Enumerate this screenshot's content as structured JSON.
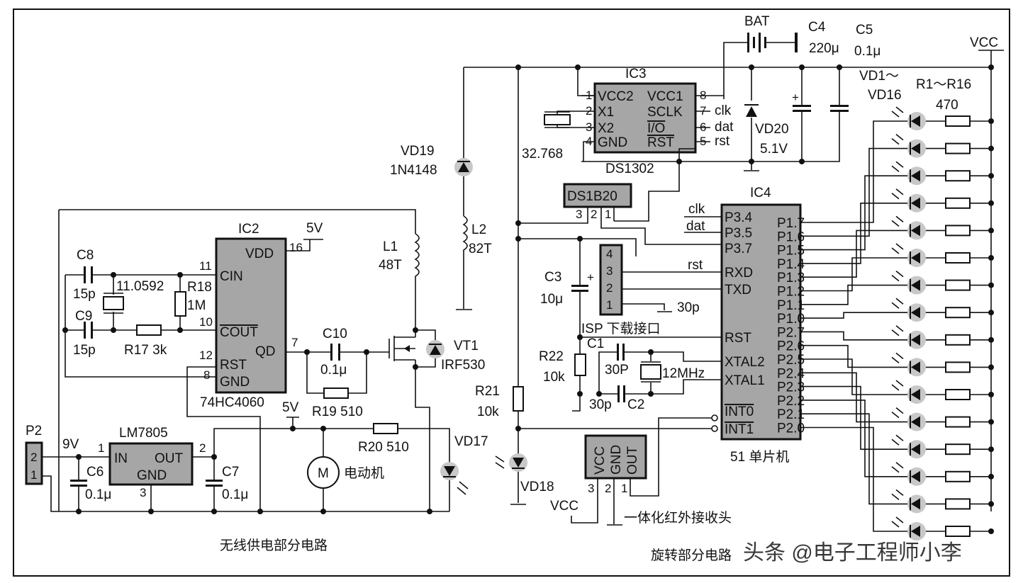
{
  "wireless": {
    "caption": "无线供电部分电路",
    "ic2": {
      "ref": "IC2",
      "part": "74HC4060",
      "supply": "5V",
      "pins": {
        "p16": "16",
        "p11": "11",
        "p10": "10",
        "p12": "12",
        "p8": "8",
        "p7": "7"
      },
      "labels": {
        "vdd": "VDD",
        "cin": "CIN",
        "cout": "COUT",
        "rst": "RST",
        "gnd": "GND",
        "qd": "QD"
      }
    },
    "c8": {
      "ref": "C8",
      "value": "15p"
    },
    "c9": {
      "ref": "C9",
      "value": "15p"
    },
    "crystal": "11.0592",
    "r18": {
      "ref": "R18",
      "value": "1M"
    },
    "r17": "R17 3k",
    "c10": {
      "ref": "C10",
      "value": "0.1μ"
    },
    "r19": "R19 510",
    "l1": {
      "ref": "L1",
      "value": "48T"
    },
    "vt1": {
      "ref": "VT1",
      "value": "IRF530"
    },
    "p2": {
      "ref": "P2",
      "pin2": "2",
      "pin1": "1",
      "voltage": "9V"
    },
    "lm7805": {
      "ref": "LM7805",
      "in": "IN",
      "out": "OUT",
      "gnd": "GND",
      "p1": "1",
      "p2": "2",
      "p3": "3"
    },
    "c6": {
      "ref": "C6",
      "value": "0.1μ"
    },
    "c7": {
      "ref": "C7",
      "value": "0.1μ"
    },
    "v5": "5V",
    "r20": "R20 510",
    "motor": {
      "symbol": "M",
      "label": "电动机"
    },
    "vd17": "VD17"
  },
  "rotating": {
    "caption": "旋转部分电路",
    "vd19": {
      "ref": "VD19",
      "value": "1N4148"
    },
    "l2": {
      "ref": "L2",
      "value": "82T"
    },
    "bat": "BAT",
    "c4": {
      "ref": "C4",
      "value": "220μ"
    },
    "c5": {
      "ref": "C5",
      "value": "0.1μ"
    },
    "vcc": "VCC",
    "ic3": {
      "ref": "IC3",
      "part": "DS1302",
      "left": [
        "VCC2",
        "X1",
        "X2",
        "GND"
      ],
      "right": [
        "VCC1",
        "SCLK",
        "I/O",
        "RST"
      ],
      "lpins": [
        "1",
        "2",
        "3",
        "4"
      ],
      "rpins": [
        "8",
        "7",
        "6",
        "5"
      ],
      "sigs": [
        "clk",
        "dat",
        "rst"
      ]
    },
    "crystal2": "32.768",
    "vd20": {
      "ref": "VD20",
      "value": "5.1V"
    },
    "ds18b20": {
      "ref": "DS1B20",
      "pins": [
        "3",
        "2",
        "1"
      ]
    },
    "c3": {
      "ref": "C3",
      "value": "10μ"
    },
    "isp": {
      "label": "ISP 下载接口",
      "pins": [
        "4",
        "3",
        "2",
        "1"
      ]
    },
    "c30p": "30p",
    "r22": {
      "ref": "R22",
      "value": "10k"
    },
    "c1": {
      "ref": "C1",
      "value": "30P"
    },
    "c2": {
      "ref": "C2",
      "value": "30p"
    },
    "xtal": "12MHz",
    "r21": {
      "ref": "R21",
      "value": "10k"
    },
    "vd18": "VD18",
    "ir": {
      "pins": [
        "VCC",
        "GND",
        "OUT"
      ],
      "nums": [
        "3",
        "2",
        "1"
      ],
      "vcc": "VCC",
      "label": "一体化红外接收头"
    },
    "ic4": {
      "ref": "IC4",
      "part": "51 单片机",
      "left": [
        "P3.4",
        "P3.5",
        "P3.7",
        "RXD",
        "TXD",
        "RST",
        "XTAL2",
        "XTAL1",
        "INT0",
        "INT1"
      ],
      "right": [
        "P1.7",
        "P1.6",
        "P1.5",
        "P1.4",
        "P1.3",
        "P1.2",
        "P1.1",
        "P1.0",
        "P2.7",
        "P2.6",
        "P2.5",
        "P2.4",
        "P2.3",
        "P2.2",
        "P2.1",
        "P2.0"
      ],
      "sigs": [
        "clk",
        "dat",
        "rst"
      ]
    },
    "leds": {
      "l1": "VD1～",
      "l2": "VD16",
      "r1": "R1～R16",
      "value": "470"
    }
  },
  "watermark": "头条 @电子工程师小李"
}
